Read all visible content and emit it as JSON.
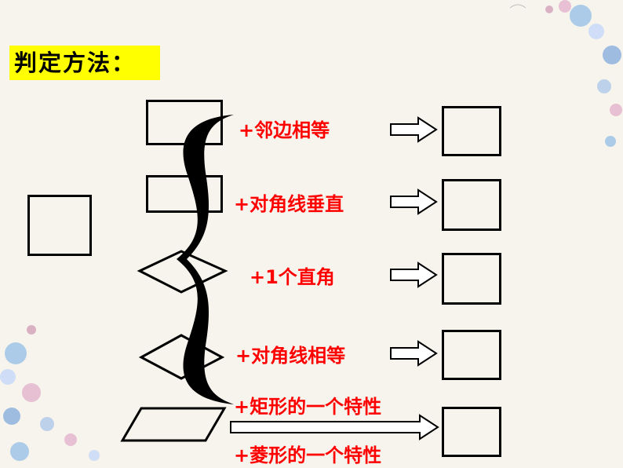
{
  "title": "判定方法：",
  "conditions": [
    "+邻边相等",
    "+对角线垂直",
    "+1个直角",
    "+对角线相等",
    "+矩形的一个特性",
    "+菱形的一个特性"
  ],
  "colors": {
    "title_bg": "#ffff00",
    "condition_text": "#ff0000",
    "shape_stroke": "#000000"
  }
}
